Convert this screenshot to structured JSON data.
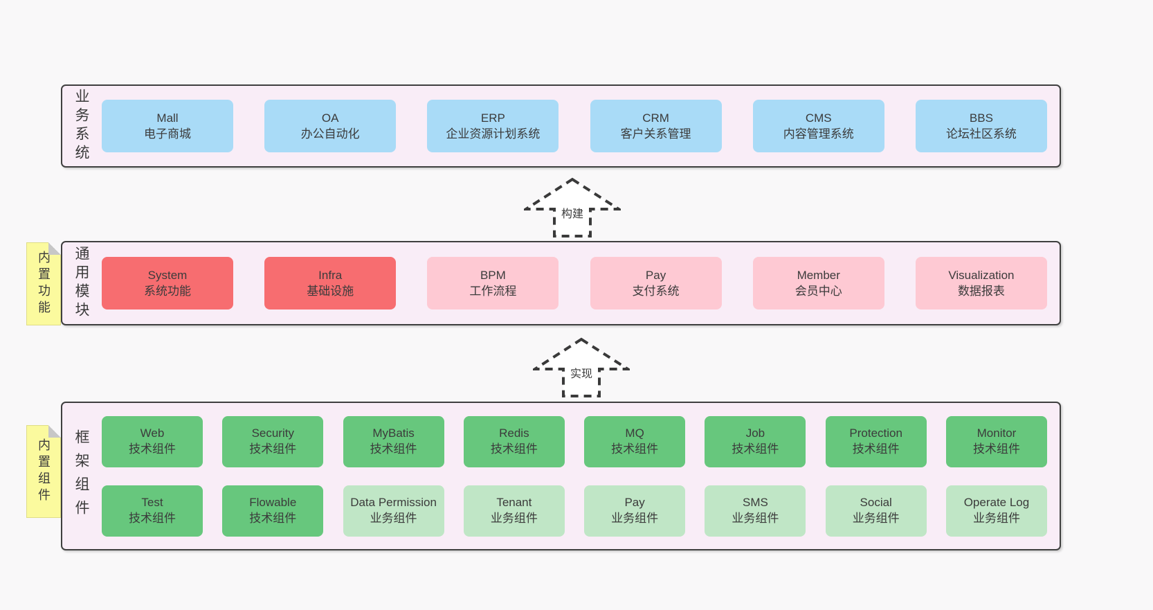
{
  "colors": {
    "page_bg": "#F9F8F9",
    "container_bg": "#F9EDF7",
    "container_border": "#3F3F3F",
    "blue": "#A9DBF7",
    "red": "#F76D70",
    "pink": "#FEC9D3",
    "green": "#67C77D",
    "light_green": "#C0E6C6",
    "sticky_bg": "#FBFA9E",
    "text": "#3B3B3B"
  },
  "diagram": {
    "layers": [
      {
        "key": "business-systems",
        "label": "业务系统",
        "sticky": null,
        "box_rows": [
          [
            {
              "title": "Mall",
              "subtitle": "电子商城",
              "variant": "blue"
            },
            {
              "title": "OA",
              "subtitle": "办公自动化",
              "variant": "blue"
            },
            {
              "title": "ERP",
              "subtitle": "企业资源计划系统",
              "variant": "blue"
            },
            {
              "title": "CRM",
              "subtitle": "客户关系管理",
              "variant": "blue"
            },
            {
              "title": "CMS",
              "subtitle": "内容管理系统",
              "variant": "blue"
            },
            {
              "title": "BBS",
              "subtitle": "论坛社区系统",
              "variant": "blue"
            }
          ]
        ]
      },
      {
        "key": "common-modules",
        "label": "通用模块",
        "sticky": "内置功能",
        "box_rows": [
          [
            {
              "title": "System",
              "subtitle": "系统功能",
              "variant": "red"
            },
            {
              "title": "Infra",
              "subtitle": "基础设施",
              "variant": "red"
            },
            {
              "title": "BPM",
              "subtitle": "工作流程",
              "variant": "pink"
            },
            {
              "title": "Pay",
              "subtitle": "支付系统",
              "variant": "pink"
            },
            {
              "title": "Member",
              "subtitle": "会员中心",
              "variant": "pink"
            },
            {
              "title": "Visualization",
              "subtitle": "数据报表",
              "variant": "pink"
            }
          ]
        ]
      },
      {
        "key": "framework-components",
        "label": "框架组件",
        "sticky": "内置组件",
        "box_rows": [
          [
            {
              "title": "Web",
              "subtitle": "技术组件",
              "variant": "green"
            },
            {
              "title": "Security",
              "subtitle": "技术组件",
              "variant": "green"
            },
            {
              "title": "MyBatis",
              "subtitle": "技术组件",
              "variant": "green"
            },
            {
              "title": "Redis",
              "subtitle": "技术组件",
              "variant": "green"
            },
            {
              "title": "MQ",
              "subtitle": "技术组件",
              "variant": "green"
            },
            {
              "title": "Job",
              "subtitle": "技术组件",
              "variant": "green"
            },
            {
              "title": "Protection",
              "subtitle": "技术组件",
              "variant": "green"
            },
            {
              "title": "Monitor",
              "subtitle": "技术组件",
              "variant": "green"
            }
          ],
          [
            {
              "title": "Test",
              "subtitle": "技术组件",
              "variant": "green"
            },
            {
              "title": "Flowable",
              "subtitle": "技术组件",
              "variant": "green"
            },
            {
              "title": "Data Permission",
              "subtitle": "业务组件",
              "variant": "lightgreen"
            },
            {
              "title": "Tenant",
              "subtitle": "业务组件",
              "variant": "lightgreen"
            },
            {
              "title": "Pay",
              "subtitle": "业务组件",
              "variant": "lightgreen"
            },
            {
              "title": "SMS",
              "subtitle": "业务组件",
              "variant": "lightgreen"
            },
            {
              "title": "Social",
              "subtitle": "业务组件",
              "variant": "lightgreen"
            },
            {
              "title": "Operate Log",
              "subtitle": "业务组件",
              "variant": "lightgreen"
            }
          ]
        ]
      }
    ],
    "arrows": [
      {
        "key": "build",
        "label": "构建"
      },
      {
        "key": "implement",
        "label": "实现"
      }
    ]
  }
}
